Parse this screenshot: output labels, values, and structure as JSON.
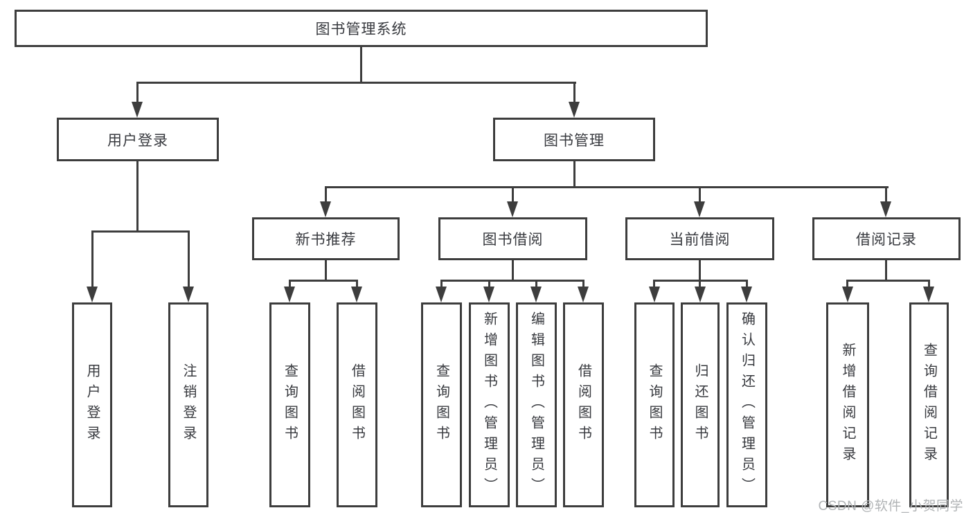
{
  "tree": {
    "root": {
      "label": "图书管理系统"
    },
    "level2": [
      {
        "label": "用户登录",
        "children": [
          "用户登录",
          "注销登录"
        ]
      },
      {
        "label": "图书管理",
        "children": [
          {
            "label": "新书推荐",
            "children": [
              "查询图书",
              "借阅图书"
            ]
          },
          {
            "label": "图书借阅",
            "children": [
              "查询图书",
              "新增图书（管理员）",
              "编辑图书（管理员）",
              "借阅图书"
            ]
          },
          {
            "label": "当前借阅",
            "children": [
              "查询图书",
              "归还图书",
              "确认归还（管理员）"
            ]
          },
          {
            "label": "借阅记录",
            "children": [
              "新增借阅记录",
              "查询借阅记录"
            ]
          }
        ]
      }
    ]
  },
  "watermark": {
    "text": "CSDN @软件_小贺同学"
  },
  "colors": {
    "line": "#3d3d3d",
    "text": "#37393e",
    "watermark": "#b0b3b5",
    "background": "#ffffff"
  }
}
